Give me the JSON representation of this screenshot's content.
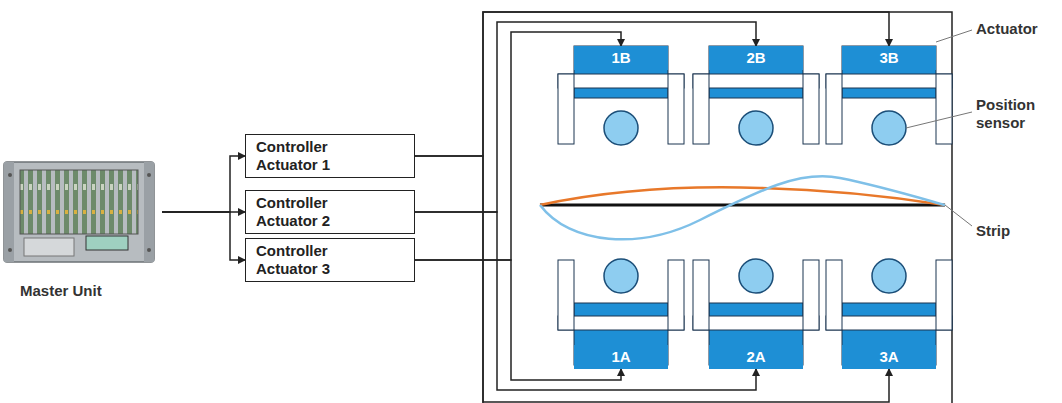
{
  "diagram": {
    "nodes": [
      {
        "text": [
          "Master Unit"
        ]
      },
      {
        "text": [
          "Controller Actuator 1"
        ]
      },
      {
        "text": [
          "Controller Actuator 2"
        ]
      },
      {
        "text": [
          "Controller Actuator 3"
        ]
      },
      {
        "text": [
          "1B"
        ]
      },
      {
        "text": [
          "2B"
        ]
      },
      {
        "text": [
          "3B"
        ]
      },
      {
        "text": [
          "1A"
        ]
      },
      {
        "text": [
          "2A"
        ]
      },
      {
        "text": [
          "3A"
        ]
      }
    ],
    "edges": [
      {
        "from": 0,
        "to": 1,
        "arrow": "to"
      },
      {
        "from": 0,
        "to": 2,
        "arrow": "to"
      },
      {
        "from": 0,
        "to": 3,
        "arrow": "to"
      },
      {
        "from": 1,
        "to": 6,
        "arrow": "to"
      },
      {
        "from": 1,
        "to": 9,
        "arrow": "to"
      },
      {
        "from": 2,
        "to": 5,
        "arrow": "to"
      },
      {
        "from": 2,
        "to": 8,
        "arrow": "to"
      },
      {
        "from": 3,
        "to": 4,
        "arrow": "to"
      },
      {
        "from": 3,
        "to": 7,
        "arrow": "to"
      }
    ],
    "labels": [
      "Actuator",
      "Position sensor",
      "Strip"
    ]
  }
}
